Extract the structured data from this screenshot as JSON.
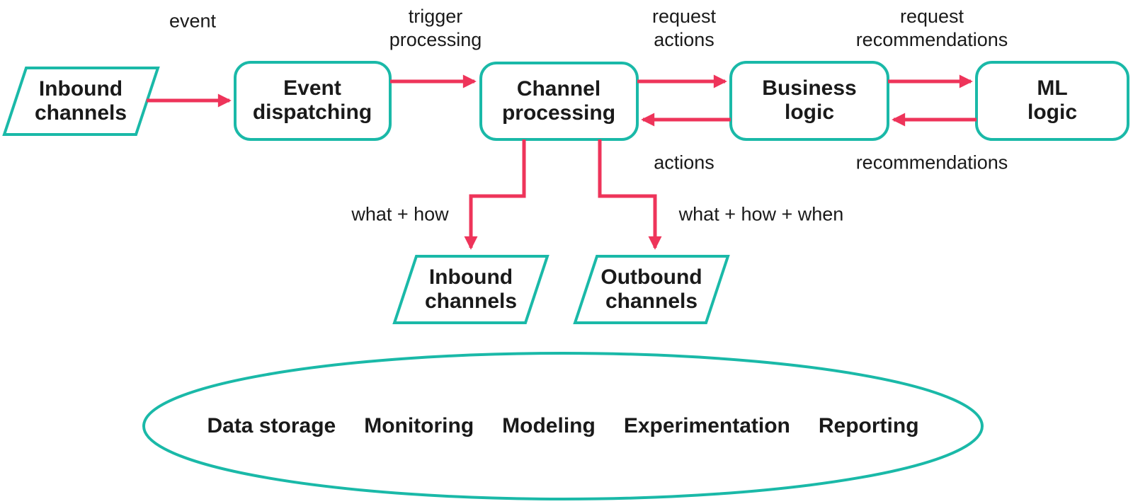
{
  "diagram": {
    "colors": {
      "shape_stroke": "#1ab9a8",
      "arrow": "#ee345a",
      "text": "#1a1a1a",
      "background": "#ffffff"
    },
    "nodes": {
      "inbound_top": "Inbound\nchannels",
      "event_dispatching": "Event\ndispatching",
      "channel_processing": "Channel\nprocessing",
      "business_logic": "Business\nlogic",
      "ml_logic": "ML\nlogic",
      "inbound_bottom": "Inbound\nchannels",
      "outbound_bottom": "Outbound\nchannels"
    },
    "edge_labels": {
      "event": "event",
      "trigger_processing": "trigger\nprocessing",
      "request_actions": "request\nactions",
      "request_recommendations": "request\nrecommendations",
      "actions": "actions",
      "recommendations": "recommendations",
      "what_how": "what + how",
      "what_how_when": "what + how + when"
    },
    "platform": {
      "items": [
        "Data storage",
        "Monitoring",
        "Modeling",
        "Experimentation",
        "Reporting"
      ]
    }
  }
}
